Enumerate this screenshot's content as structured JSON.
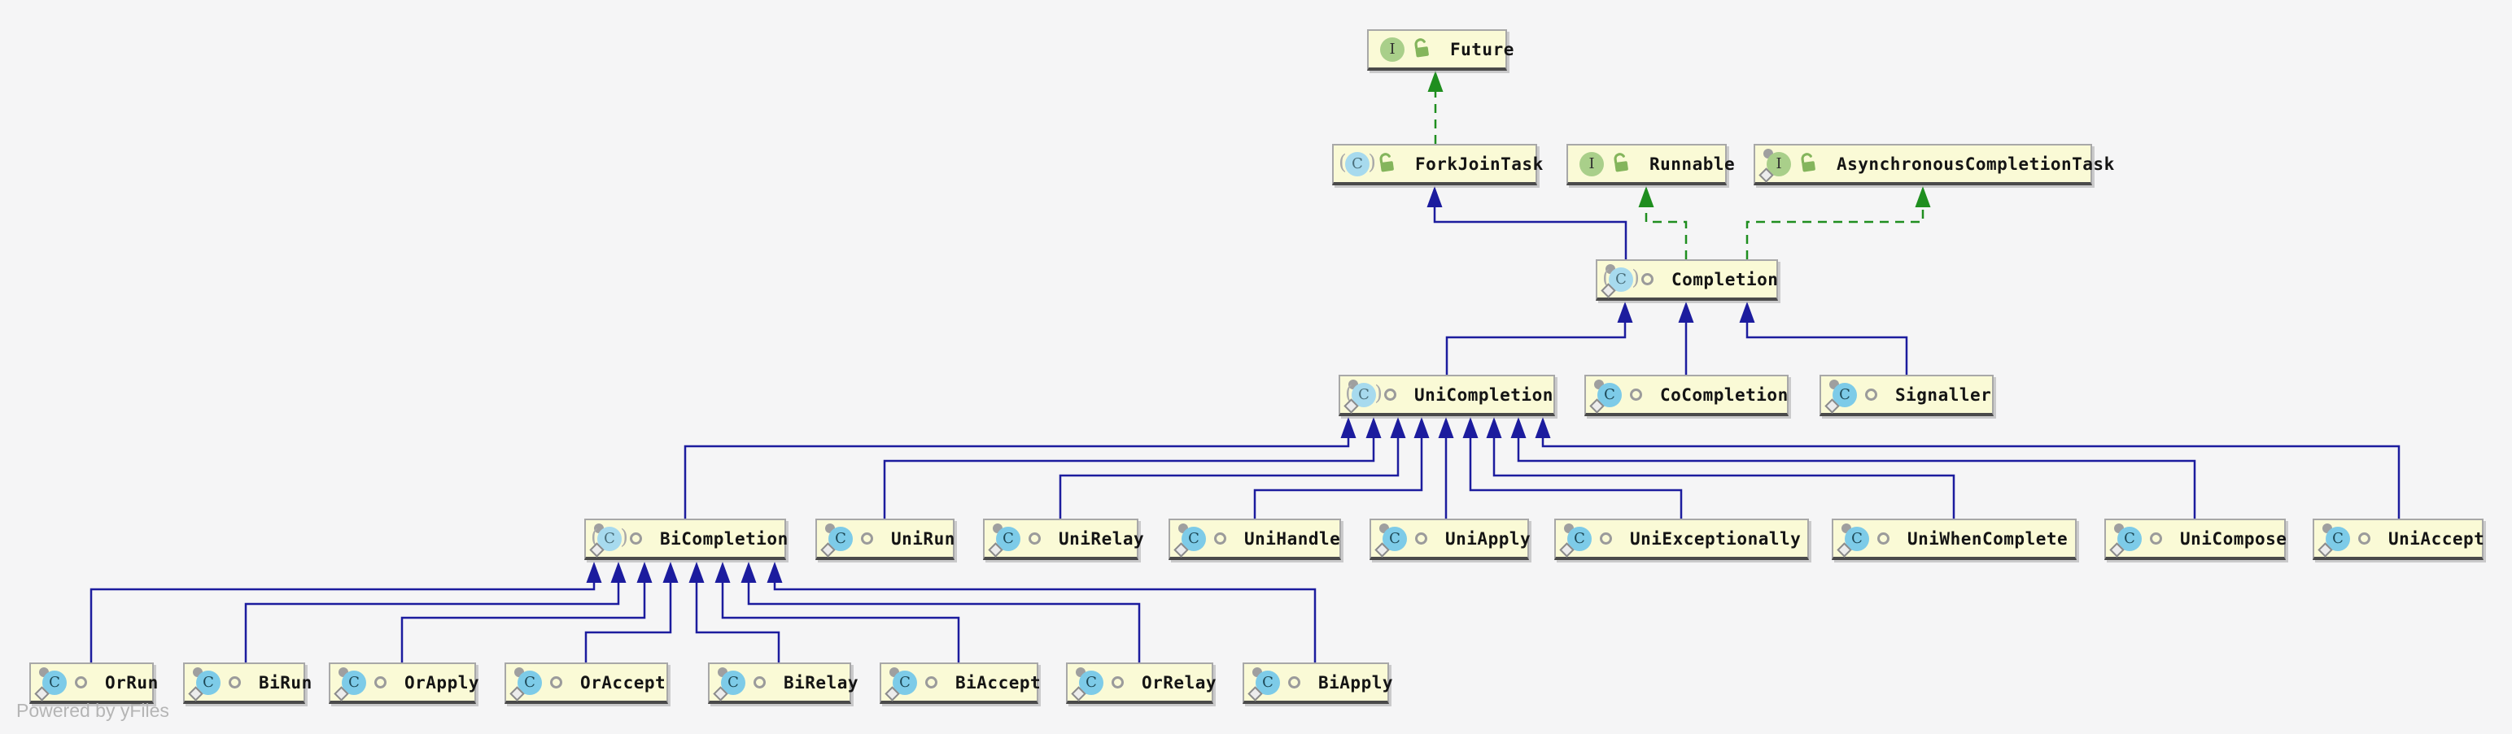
{
  "app": {
    "attribution": "Powered by yFiles"
  },
  "diagram": {
    "icon_letters": {
      "interface": "I",
      "class": "C",
      "abstract-class": "C"
    },
    "colors": {
      "extends": "#1c1c9e",
      "implements": "#1f8e1f",
      "node_fill": "#fafad6",
      "node_border": "#a8a8a8",
      "background": "#f5f5f6"
    },
    "nodes": [
      {
        "id": "future",
        "label": "Future",
        "kind": "interface",
        "visibility": "public",
        "nested": false
      },
      {
        "id": "forkjointask",
        "label": "ForkJoinTask",
        "kind": "abstract-class",
        "visibility": "public",
        "nested": false
      },
      {
        "id": "runnable",
        "label": "Runnable",
        "kind": "interface",
        "visibility": "public",
        "nested": false
      },
      {
        "id": "asynchronouscompletiontask",
        "label": "AsynchronousCompletionTask",
        "kind": "interface",
        "visibility": "public",
        "nested": true
      },
      {
        "id": "completion",
        "label": "Completion",
        "kind": "abstract-class",
        "visibility": "package-private",
        "nested": true
      },
      {
        "id": "unicompletion",
        "label": "UniCompletion",
        "kind": "abstract-class",
        "visibility": "package-private",
        "nested": true
      },
      {
        "id": "cocompletion",
        "label": "CoCompletion",
        "kind": "class",
        "visibility": "package-private",
        "nested": true
      },
      {
        "id": "signaller",
        "label": "Signaller",
        "kind": "class",
        "visibility": "package-private",
        "nested": true
      },
      {
        "id": "bicompletion",
        "label": "BiCompletion",
        "kind": "abstract-class",
        "visibility": "package-private",
        "nested": true
      },
      {
        "id": "unirun",
        "label": "UniRun",
        "kind": "class",
        "visibility": "package-private",
        "nested": true
      },
      {
        "id": "unirelay",
        "label": "UniRelay",
        "kind": "class",
        "visibility": "package-private",
        "nested": true
      },
      {
        "id": "unihandle",
        "label": "UniHandle",
        "kind": "class",
        "visibility": "package-private",
        "nested": true
      },
      {
        "id": "uniapply",
        "label": "UniApply",
        "kind": "class",
        "visibility": "package-private",
        "nested": true
      },
      {
        "id": "uniexceptionally",
        "label": "UniExceptionally",
        "kind": "class",
        "visibility": "package-private",
        "nested": true
      },
      {
        "id": "uniwhencomplete",
        "label": "UniWhenComplete",
        "kind": "class",
        "visibility": "package-private",
        "nested": true
      },
      {
        "id": "unicompose",
        "label": "UniCompose",
        "kind": "class",
        "visibility": "package-private",
        "nested": true
      },
      {
        "id": "uniaccept",
        "label": "UniAccept",
        "kind": "class",
        "visibility": "package-private",
        "nested": true
      },
      {
        "id": "orrun",
        "label": "OrRun",
        "kind": "class",
        "visibility": "package-private",
        "nested": true
      },
      {
        "id": "birun",
        "label": "BiRun",
        "kind": "class",
        "visibility": "package-private",
        "nested": true
      },
      {
        "id": "orapply",
        "label": "OrApply",
        "kind": "class",
        "visibility": "package-private",
        "nested": true
      },
      {
        "id": "oraccept",
        "label": "OrAccept",
        "kind": "class",
        "visibility": "package-private",
        "nested": true
      },
      {
        "id": "birelay",
        "label": "BiRelay",
        "kind": "class",
        "visibility": "package-private",
        "nested": true
      },
      {
        "id": "biaccept",
        "label": "BiAccept",
        "kind": "class",
        "visibility": "package-private",
        "nested": true
      },
      {
        "id": "orrelay",
        "label": "OrRelay",
        "kind": "class",
        "visibility": "package-private",
        "nested": true
      },
      {
        "id": "biapply",
        "label": "BiApply",
        "kind": "class",
        "visibility": "package-private",
        "nested": true
      }
    ],
    "edges": [
      {
        "from": "forkjointask",
        "to": "future",
        "relation": "implements"
      },
      {
        "from": "completion",
        "to": "forkjointask",
        "relation": "extends"
      },
      {
        "from": "completion",
        "to": "runnable",
        "relation": "implements"
      },
      {
        "from": "completion",
        "to": "asynchronouscompletiontask",
        "relation": "implements"
      },
      {
        "from": "unicompletion",
        "to": "completion",
        "relation": "extends"
      },
      {
        "from": "cocompletion",
        "to": "completion",
        "relation": "extends"
      },
      {
        "from": "signaller",
        "to": "completion",
        "relation": "extends"
      },
      {
        "from": "bicompletion",
        "to": "unicompletion",
        "relation": "extends"
      },
      {
        "from": "unirun",
        "to": "unicompletion",
        "relation": "extends"
      },
      {
        "from": "unirelay",
        "to": "unicompletion",
        "relation": "extends"
      },
      {
        "from": "unihandle",
        "to": "unicompletion",
        "relation": "extends"
      },
      {
        "from": "uniapply",
        "to": "unicompletion",
        "relation": "extends"
      },
      {
        "from": "uniexceptionally",
        "to": "unicompletion",
        "relation": "extends"
      },
      {
        "from": "uniwhencomplete",
        "to": "unicompletion",
        "relation": "extends"
      },
      {
        "from": "unicompose",
        "to": "unicompletion",
        "relation": "extends"
      },
      {
        "from": "uniaccept",
        "to": "unicompletion",
        "relation": "extends"
      },
      {
        "from": "orrun",
        "to": "bicompletion",
        "relation": "extends"
      },
      {
        "from": "birun",
        "to": "bicompletion",
        "relation": "extends"
      },
      {
        "from": "orapply",
        "to": "bicompletion",
        "relation": "extends"
      },
      {
        "from": "oraccept",
        "to": "bicompletion",
        "relation": "extends"
      },
      {
        "from": "birelay",
        "to": "bicompletion",
        "relation": "extends"
      },
      {
        "from": "biaccept",
        "to": "bicompletion",
        "relation": "extends"
      },
      {
        "from": "orrelay",
        "to": "bicompletion",
        "relation": "extends"
      },
      {
        "from": "biapply",
        "to": "bicompletion",
        "relation": "extends"
      }
    ]
  }
}
